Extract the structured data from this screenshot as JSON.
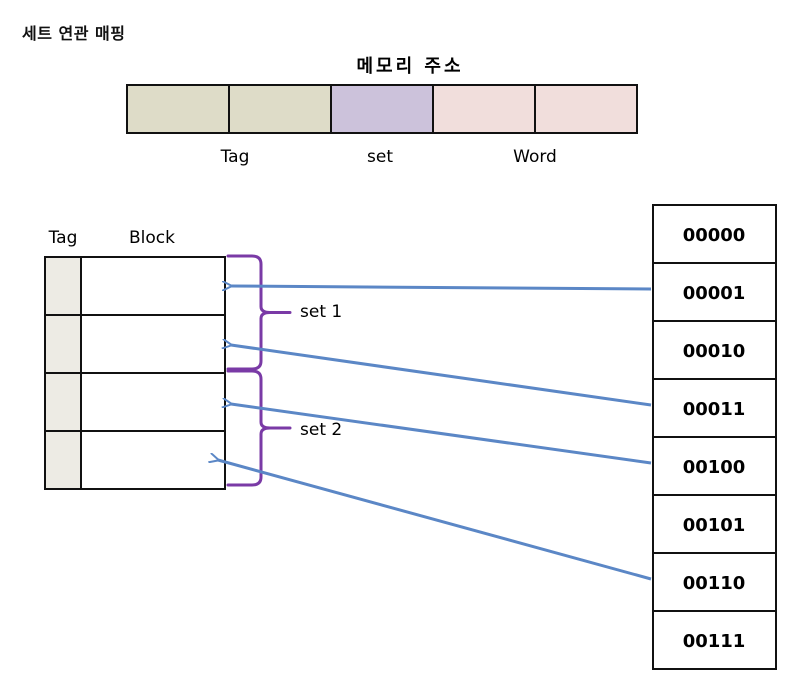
{
  "heading": "세트 연관 매핑",
  "address": {
    "title": "메모리 주소",
    "fields": [
      "Tag",
      "set",
      "Word"
    ],
    "segment_colors": [
      "#dedcc8",
      "#dedcc8",
      "#ccc2db",
      "#f1dedc",
      "#f1dedc"
    ]
  },
  "cache": {
    "tag_header": "Tag",
    "block_header": "Block",
    "tag_cell_color": "#edebe4",
    "sets": [
      "set 1",
      "set 2"
    ],
    "bracket_color": "#7a3aa6"
  },
  "memory": {
    "addresses": [
      "00000",
      "00001",
      "00010",
      "00011",
      "00100",
      "00101",
      "00110",
      "00111"
    ]
  },
  "arrow_color": "#5b87c6",
  "mappings": [
    {
      "from": "00001",
      "to_line": 1
    },
    {
      "from": "00011",
      "to_line": 2
    },
    {
      "from": "00100",
      "to_line": 3
    },
    {
      "from": "00110",
      "to_line": 4
    }
  ]
}
